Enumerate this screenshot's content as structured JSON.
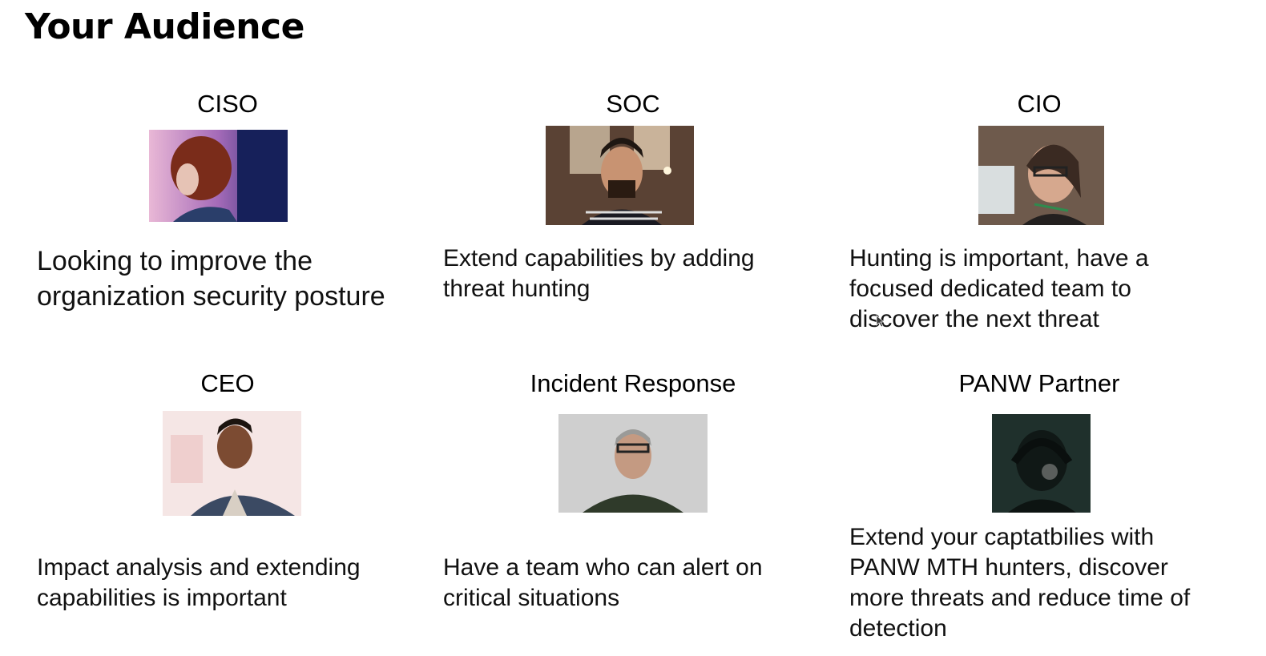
{
  "slide": {
    "title": "Your Audience"
  },
  "audiences": [
    {
      "role": "CISO",
      "description": "Looking to improve the organization security posture"
    },
    {
      "role": "SOC",
      "description": "Extend capabilities by adding threat hunting"
    },
    {
      "role": "CIO",
      "description": "Hunting is important, have a focused dedicated team to discover the next threat"
    },
    {
      "role": "CEO",
      "description": "Impact analysis and extending capabilities is important"
    },
    {
      "role": "Incident Response",
      "description": "Have a team who can alert on critical situations"
    },
    {
      "role": "PANW Partner",
      "description": "Extend your captatbilies with PANW MTH hunters, discover more threats and reduce time of detection"
    }
  ],
  "colors": {
    "background": "#ffffff",
    "text": "#000000"
  }
}
